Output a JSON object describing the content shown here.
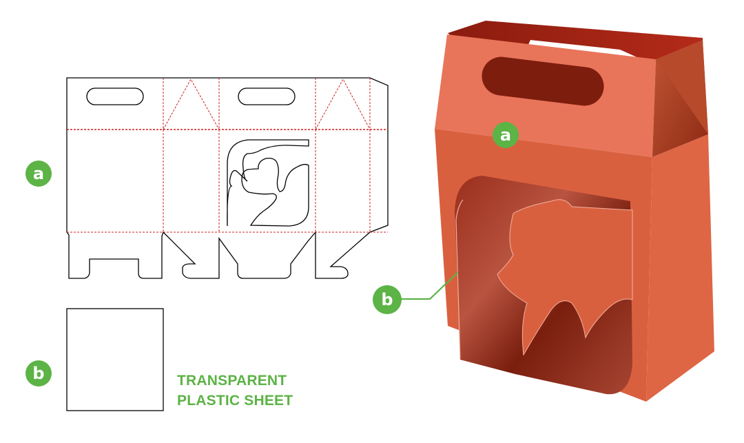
{
  "figure": {
    "type": "packaging-dieline-diagram",
    "colors": {
      "accent_green": "#5cb346",
      "cut_line": "#000000",
      "fold_line": "#cc1f1f",
      "box_front": "#e26d4d",
      "box_side": "#d5603f",
      "box_top_front": "#e8755a",
      "box_interior": "#8c2414"
    }
  },
  "labels": {
    "dieline_badge": "a",
    "sheet_badge": "b",
    "box_badge_a": "a",
    "box_badge_b": "b"
  },
  "legend": {
    "line1": "TRANSPARENT",
    "line2": "PLASTIC SHEET"
  },
  "parts": [
    {
      "id": "a",
      "name": "Box dieline with handle cutouts and hands-heart window"
    },
    {
      "id": "b",
      "name": "Transparent plastic sheet"
    }
  ]
}
